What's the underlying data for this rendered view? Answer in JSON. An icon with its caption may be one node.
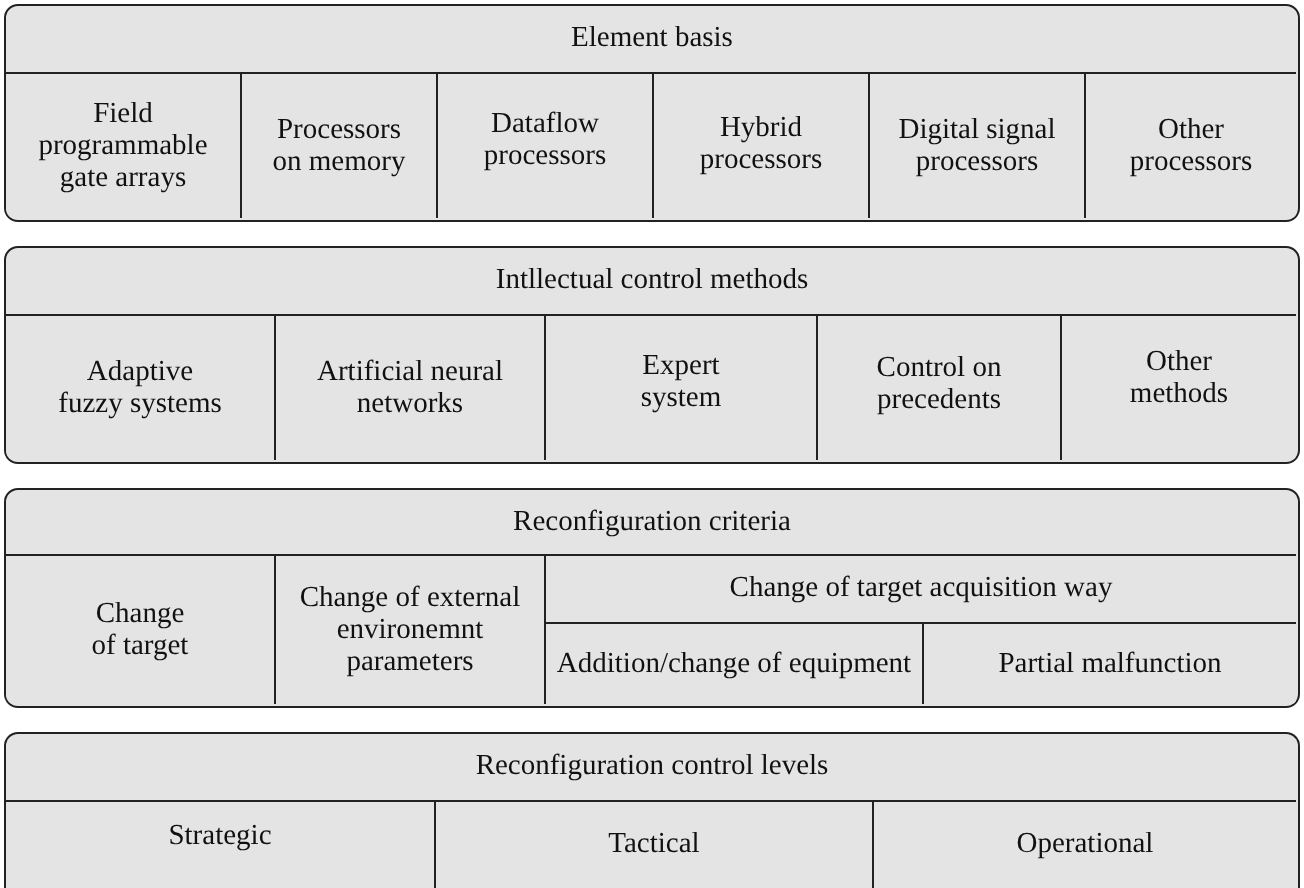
{
  "diagram": {
    "nodes": [
      {
        "text": [
          "Element basis"
        ]
      },
      {
        "text": [
          "Field programmable gate arrays"
        ],
        "in": 0
      },
      {
        "text": [
          "Processors on memory"
        ],
        "in": 0
      },
      {
        "text": [
          "Dataflow processors"
        ],
        "in": 0
      },
      {
        "text": [
          "Hybrid processors"
        ],
        "in": 0
      },
      {
        "text": [
          "Digital signal processors"
        ],
        "in": 0
      },
      {
        "text": [
          "Other processors"
        ],
        "in": 0
      },
      {
        "text": [
          "Intllectual control methods"
        ]
      },
      {
        "text": [
          "Adaptive fuzzy systems"
        ],
        "in": 7
      },
      {
        "text": [
          "Artificial neural networks"
        ],
        "in": 7
      },
      {
        "text": [
          "Expert system"
        ],
        "in": 7
      },
      {
        "text": [
          "Control on precedents"
        ],
        "in": 7
      },
      {
        "text": [
          "Other methods"
        ],
        "in": 7
      },
      {
        "text": [
          "Reconfiguration criteria"
        ]
      },
      {
        "text": [
          "Change of target"
        ],
        "in": 13
      },
      {
        "text": [
          "Change of external environemnt parameters"
        ],
        "in": 13
      },
      {
        "text": [
          "Change of target acquisition way"
        ],
        "in": 13
      },
      {
        "text": [
          "Addition/change of equipment"
        ],
        "in": 16
      },
      {
        "text": [
          "Partial malfunction"
        ],
        "in": 16
      },
      {
        "text": [
          "Reconfiguration control levels"
        ]
      },
      {
        "text": [
          "Strategic"
        ],
        "in": 19
      },
      {
        "text": [
          "Tactical"
        ],
        "in": 19
      },
      {
        "text": [
          "Operational"
        ],
        "in": 19
      }
    ]
  }
}
